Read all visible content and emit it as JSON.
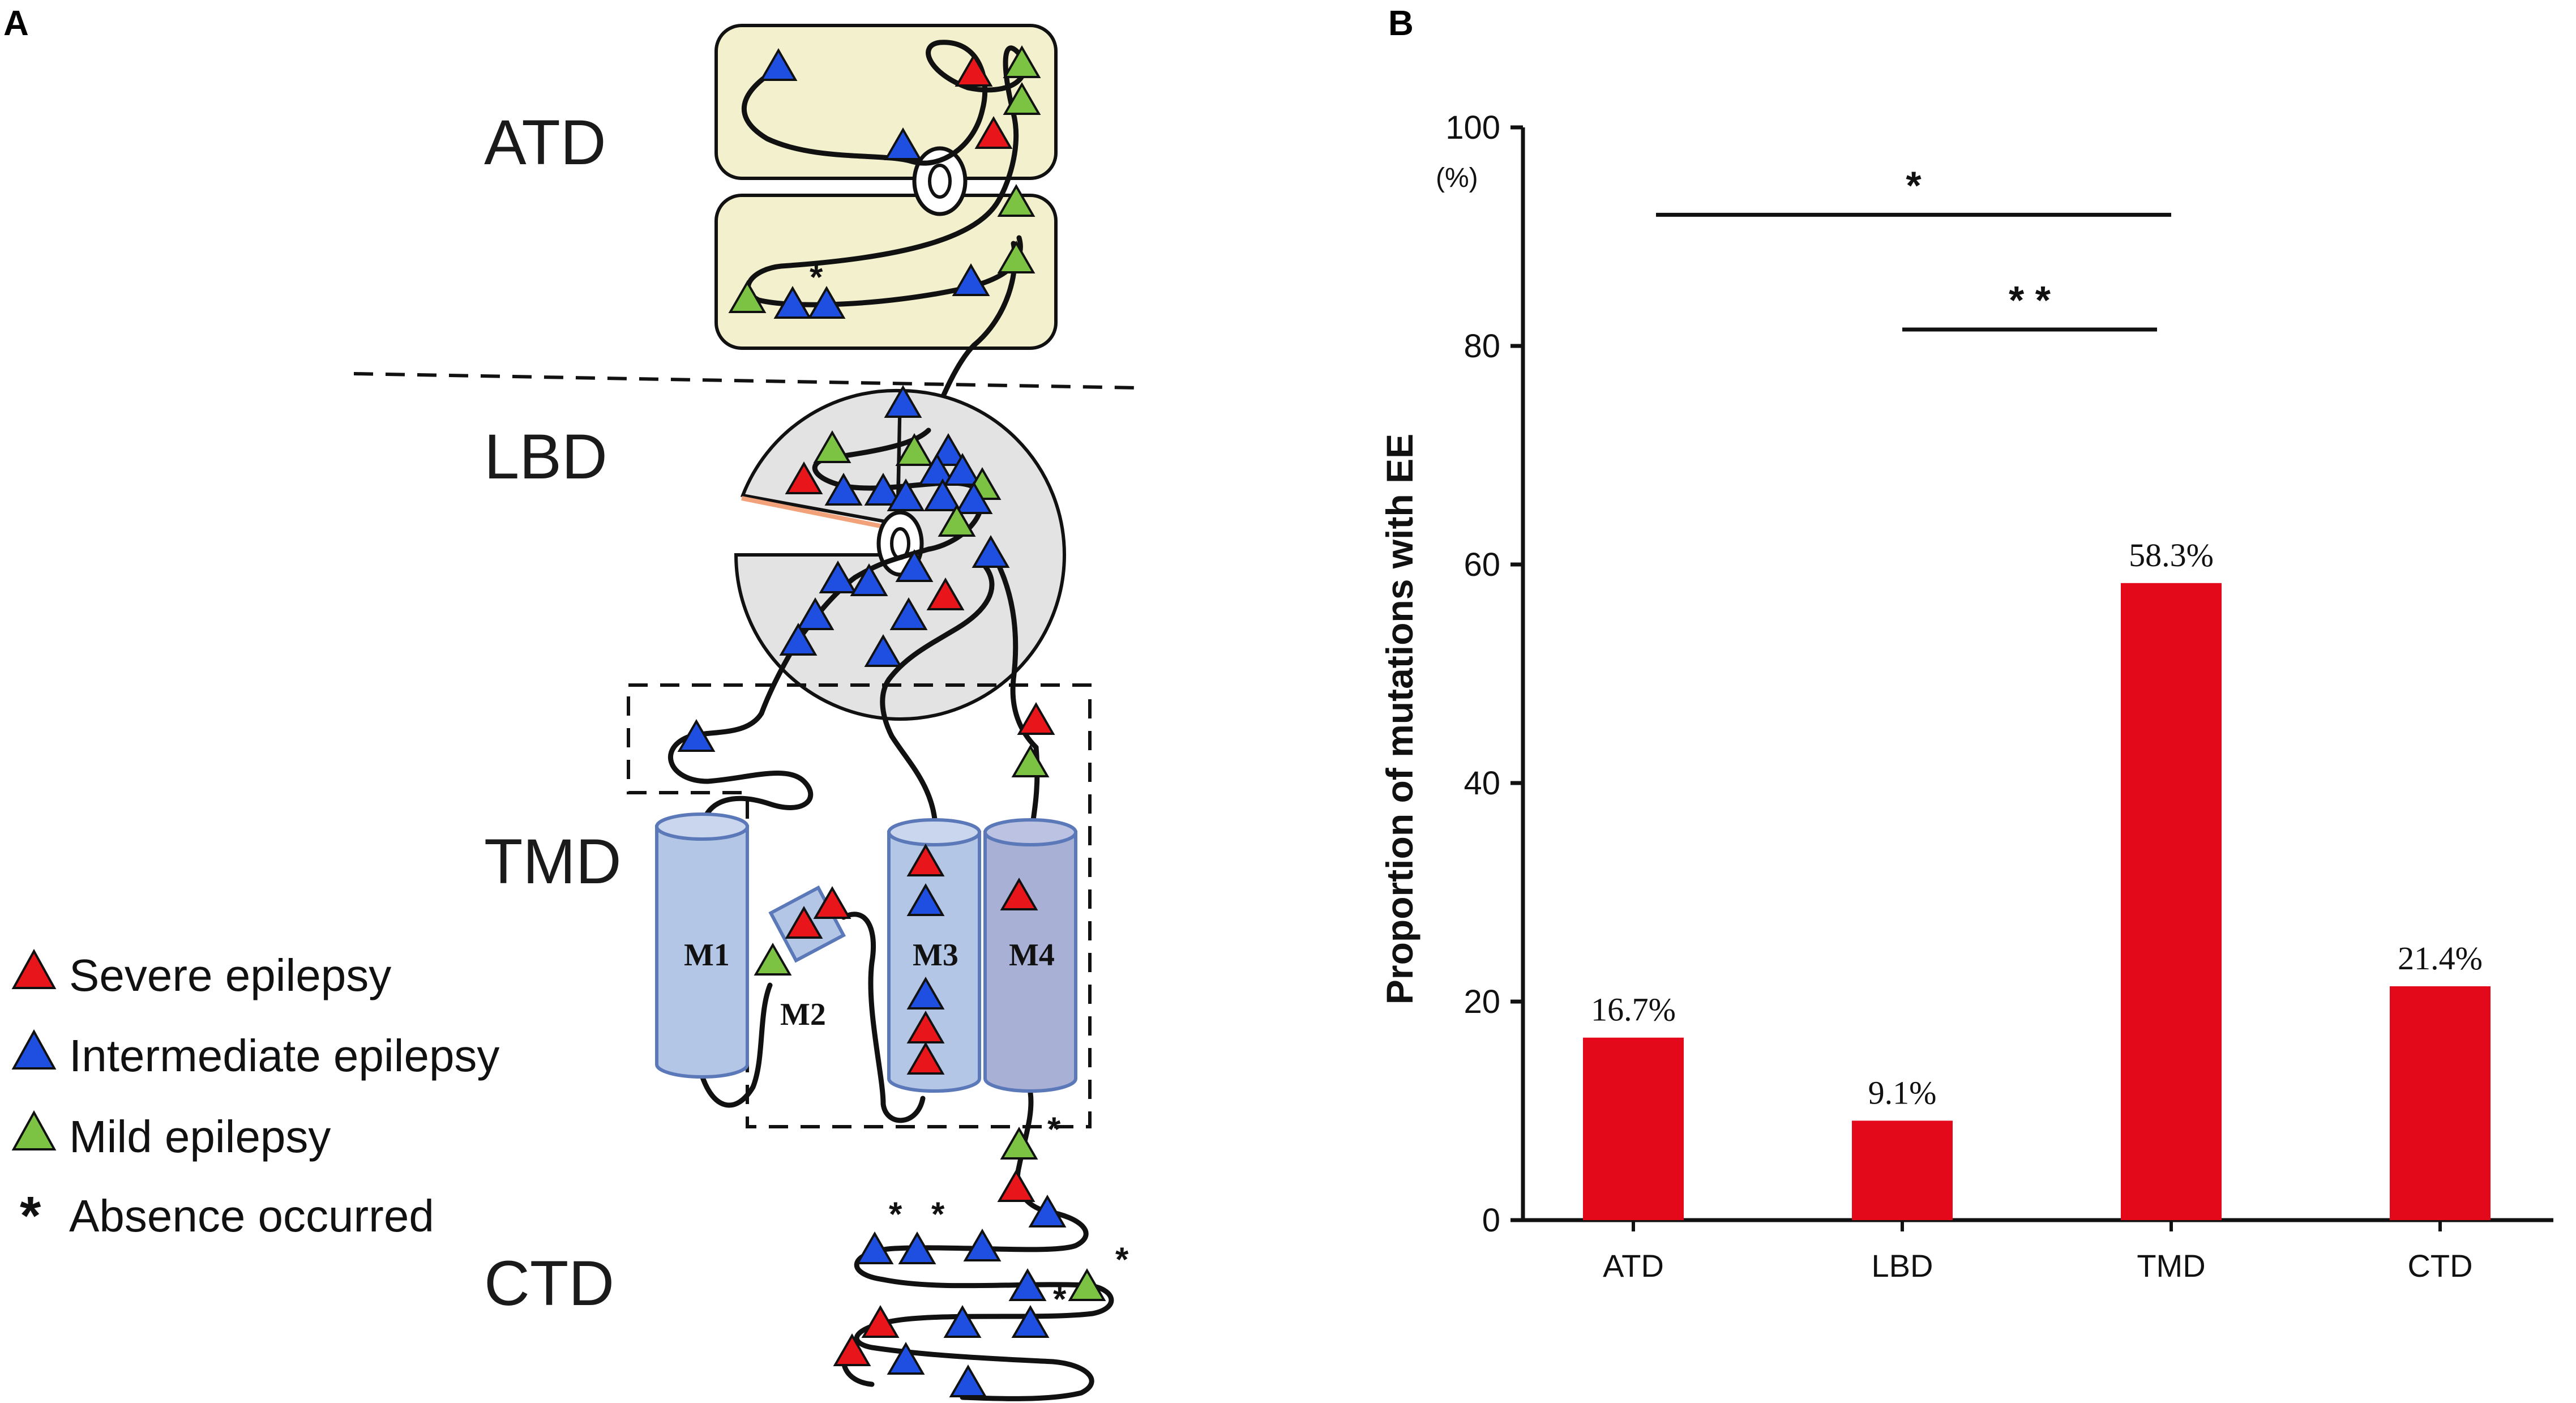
{
  "panels": {
    "left": "A",
    "right": "B"
  },
  "domains": {
    "atd": "ATD",
    "lbd": "LBD",
    "tmd": "TMD",
    "ctd": "CTD"
  },
  "helices": [
    "M1",
    "M2",
    "M3",
    "M4"
  ],
  "legend": {
    "severe": "Severe epilepsy",
    "intermediate": "Intermediate  epilepsy",
    "mild": "Mild  epilepsy",
    "absence_marker": "*",
    "absence": "Absence occurred"
  },
  "colors": {
    "severe": "#e8151b",
    "intermediate": "#1f4fe0",
    "mild": "#7cc243",
    "atd_fill": "#f2f0cd",
    "lbd_fill": "#e3e3e3",
    "helix_fill": "#b4c6e6",
    "helix_m4_fill": "#a8b0d6",
    "bar": "#e3091a"
  },
  "chart_data": {
    "type": "bar",
    "categories": [
      "ATD",
      "LBD",
      "TMD",
      "CTD"
    ],
    "values": [
      16.7,
      9.1,
      58.3,
      21.4
    ],
    "value_labels": [
      "16.7%",
      "9.1%",
      "58.3%",
      "21.4%"
    ],
    "ylabel": "Proportion of  mutations with EE",
    "yunit": "(%)",
    "ylim": [
      0,
      100
    ],
    "yticks": [
      0,
      20,
      40,
      60,
      80,
      100
    ],
    "significance": [
      {
        "from": "ATD",
        "to": "TMD",
        "label": "*"
      },
      {
        "from": "LBD",
        "to": "TMD",
        "label": "* *"
      }
    ]
  }
}
